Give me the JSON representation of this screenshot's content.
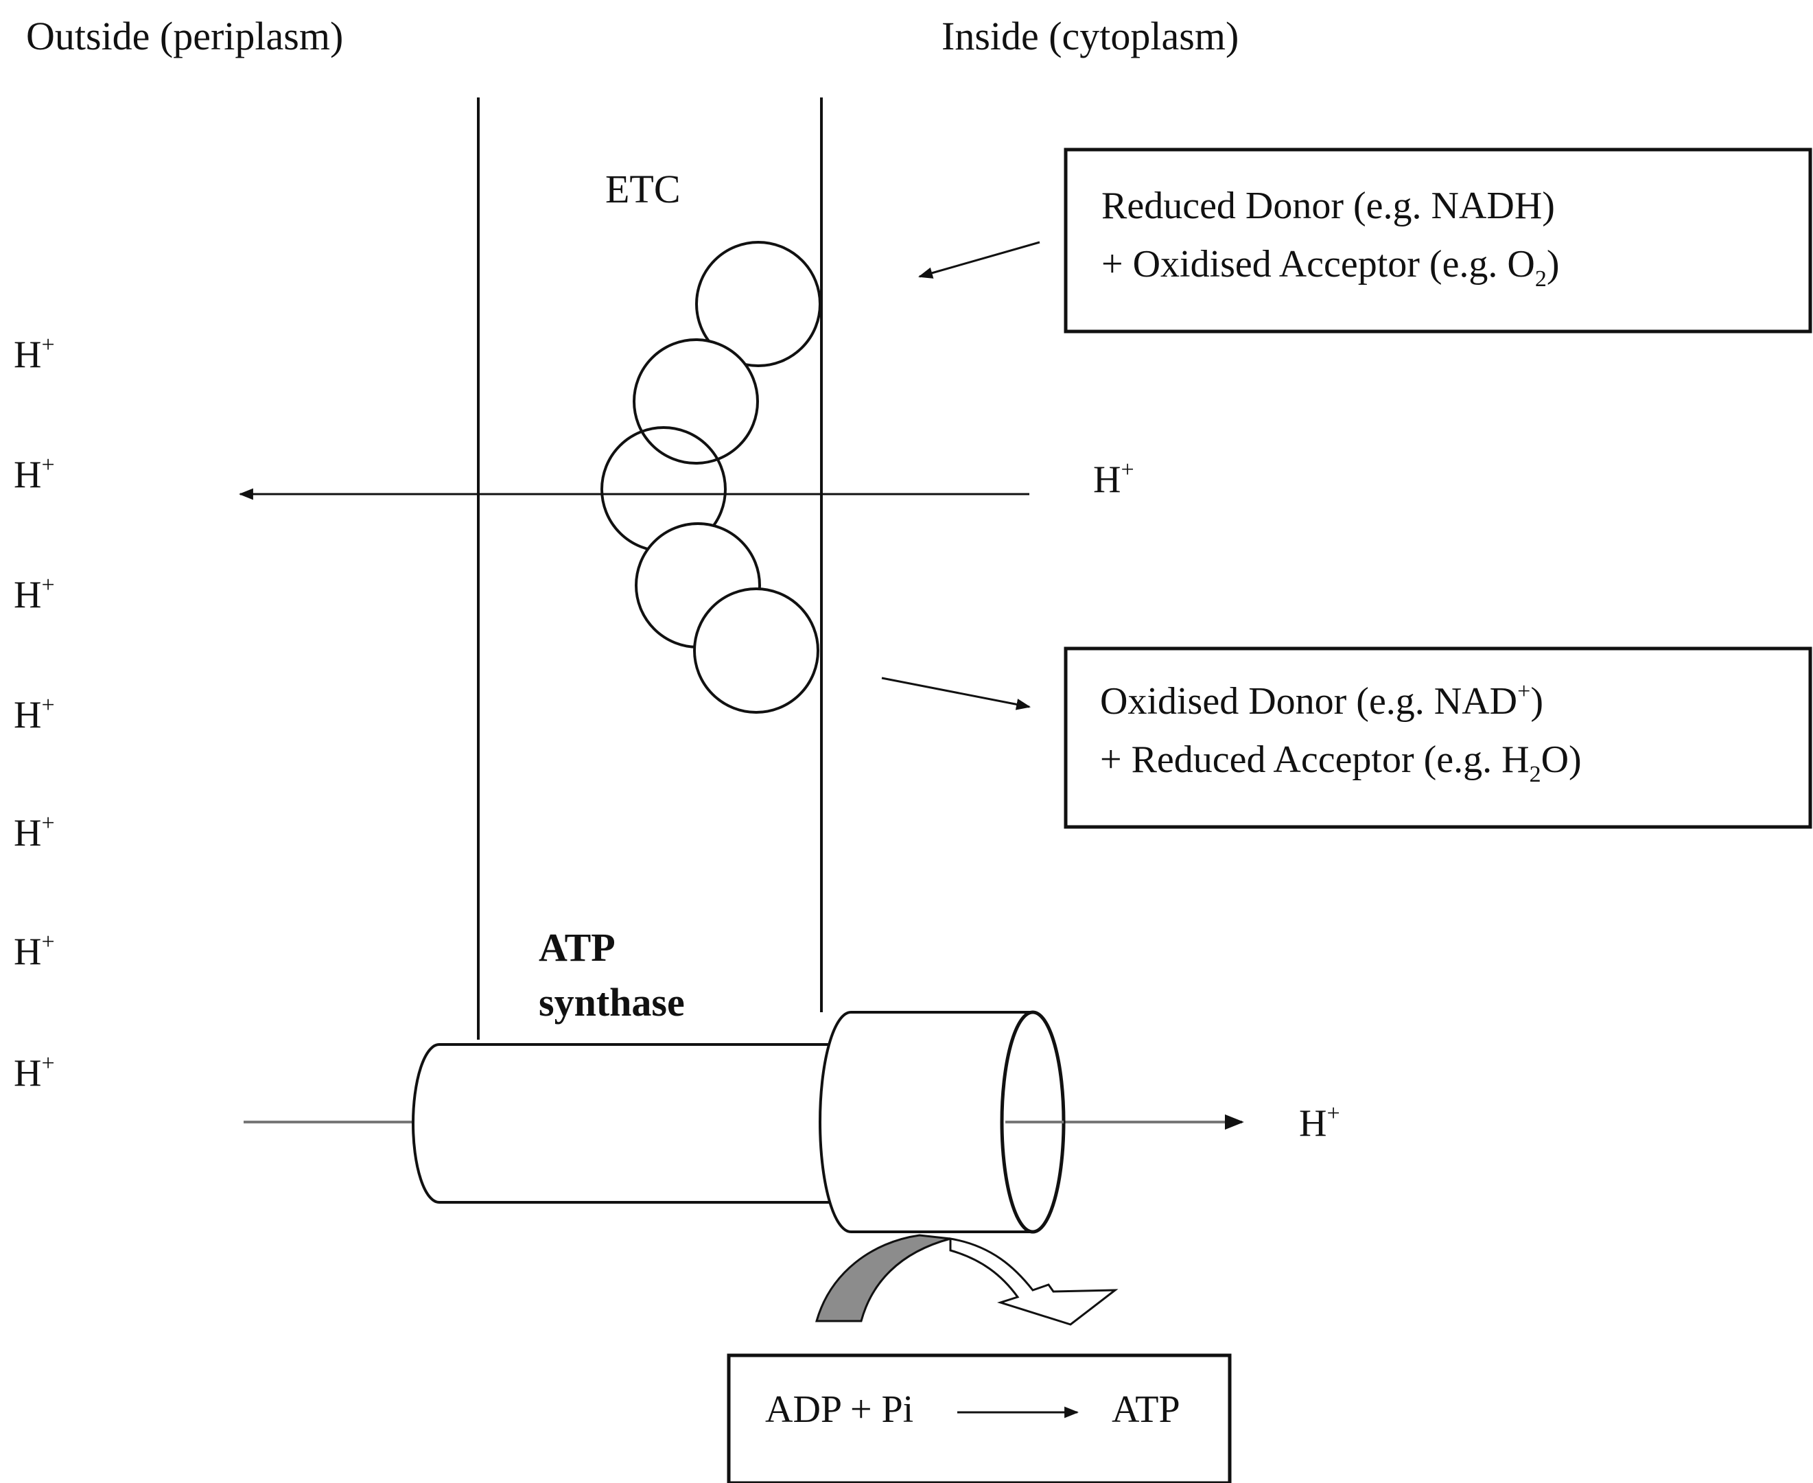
{
  "labels": {
    "outside": "Outside (periplasm)",
    "inside": "Inside (cytoplasm)",
    "etc": "ETC",
    "atp_synthase_line1": "ATP",
    "atp_synthase_line2": "synthase"
  },
  "proton": {
    "symbol": "H",
    "charge": "+"
  },
  "reduced_box": {
    "line1": "Reduced Donor (e.g. NADH)",
    "line2_prefix": "+ Oxidised Acceptor (e.g. O",
    "line2_sub": "2",
    "line2_suffix": ")"
  },
  "oxidised_box": {
    "line1_prefix": "Oxidised Donor (e.g. NAD",
    "line1_sup": "+",
    "line1_suffix": ")",
    "line2_prefix": "+ Reduced Acceptor (e.g. H",
    "line2_sub": "2",
    "line2_suffix": "O)"
  },
  "atp_reaction": {
    "reactants": "ADP + Pi",
    "product": "ATP"
  },
  "colors": {
    "ink": "#111111",
    "gray_arrow": "#8c8c8c",
    "background": "#ffffff"
  }
}
